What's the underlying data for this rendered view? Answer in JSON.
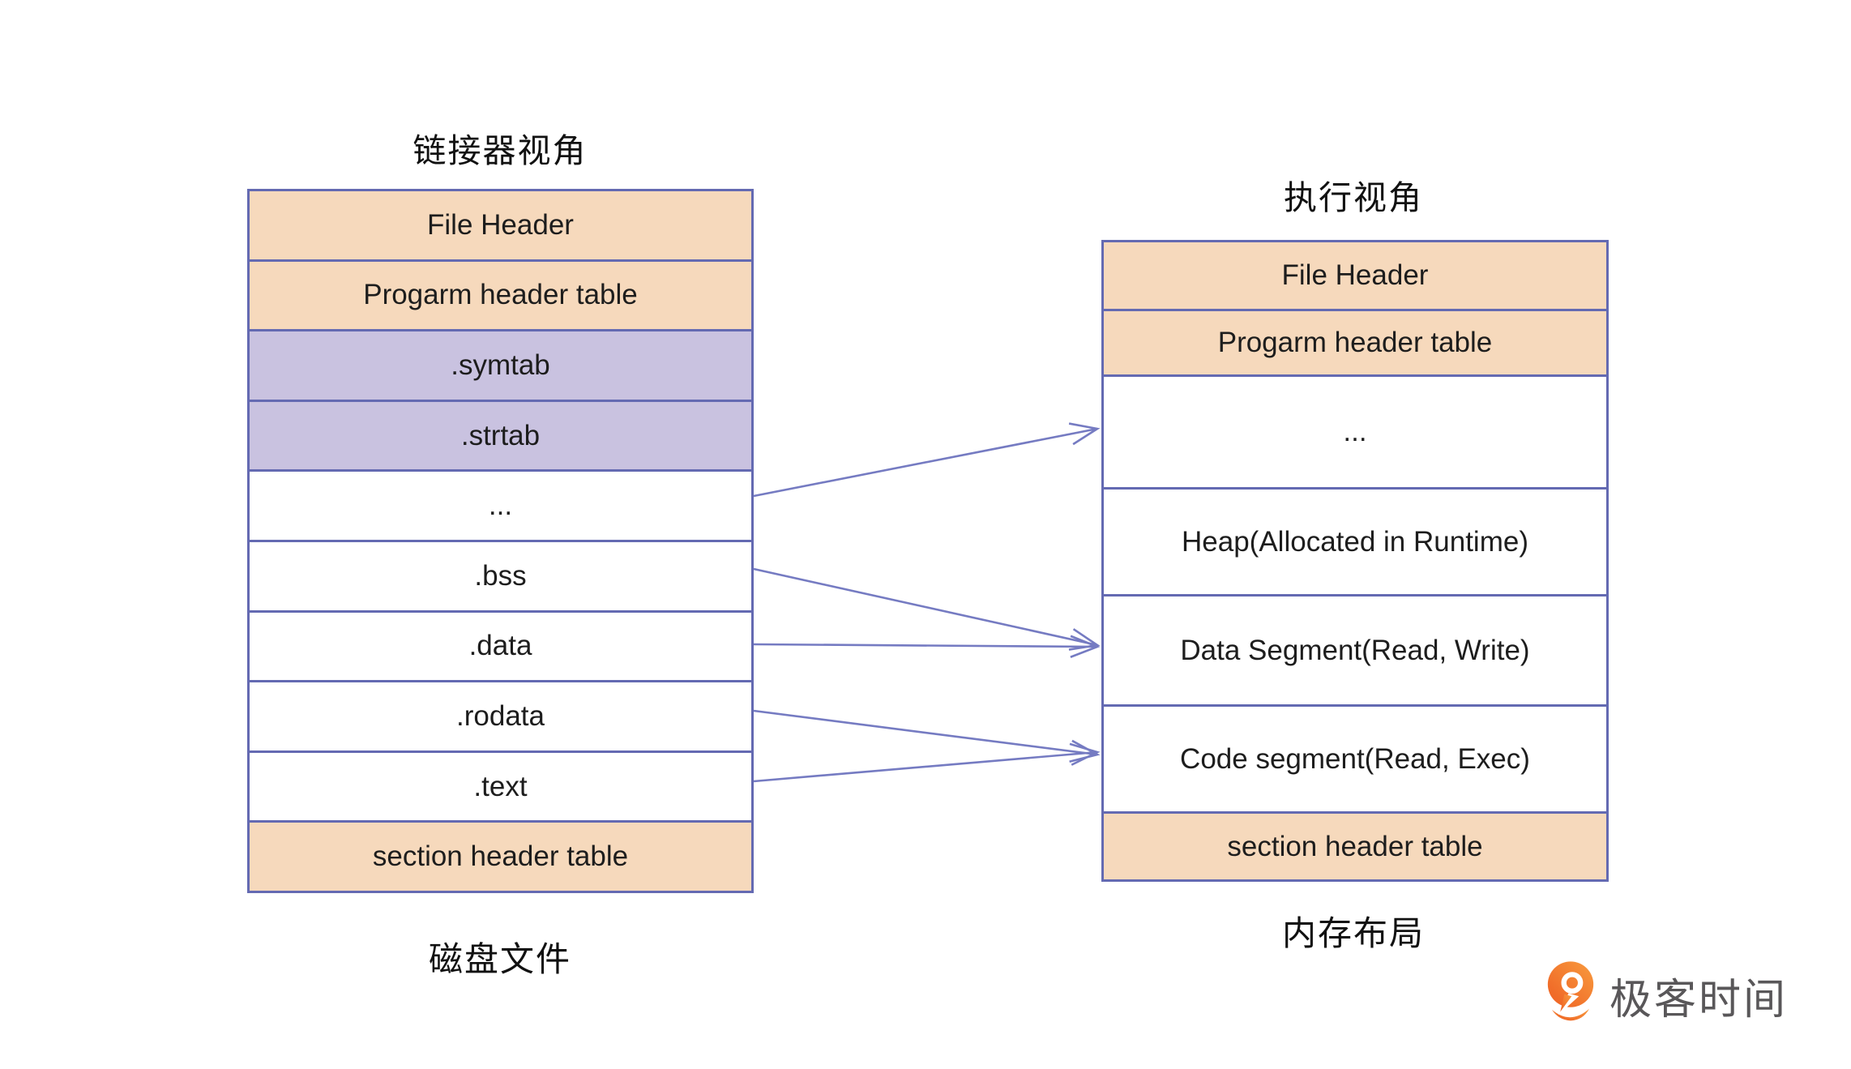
{
  "left": {
    "title": "链接器视角",
    "caption": "磁盘文件",
    "rows": [
      {
        "label": "File Header",
        "style": "peach"
      },
      {
        "label": "Progarm header table",
        "style": "peach"
      },
      {
        "label": ".symtab",
        "style": "purple"
      },
      {
        "label": ".strtab",
        "style": "purple"
      },
      {
        "label": "...",
        "style": "white"
      },
      {
        "label": ".bss",
        "style": "white"
      },
      {
        "label": ".data",
        "style": "white"
      },
      {
        "label": ".rodata",
        "style": "white"
      },
      {
        "label": ".text",
        "style": "white"
      },
      {
        "label": "section header table",
        "style": "peach"
      }
    ]
  },
  "right": {
    "title": "执行视角",
    "caption": "内存布局",
    "rows": [
      {
        "label": "File Header",
        "style": "peach"
      },
      {
        "label": "Progarm header table",
        "style": "peach"
      },
      {
        "label": "...",
        "style": "white"
      },
      {
        "label": "Heap(Allocated in Runtime)",
        "style": "white"
      },
      {
        "label": "Data Segment(Read, Write)",
        "style": "white"
      },
      {
        "label": "Code segment(Read, Exec)",
        "style": "white"
      },
      {
        "label": "section header table",
        "style": "peach"
      }
    ]
  },
  "arrows": [
    {
      "from": "...",
      "to": "..."
    },
    {
      "from": ".bss",
      "to": "Data Segment(Read, Write)"
    },
    {
      "from": ".data",
      "to": "Data Segment(Read, Write)"
    },
    {
      "from": ".rodata",
      "to": "Code segment(Read, Exec)"
    },
    {
      "from": ".text",
      "to": "Code segment(Read, Exec)"
    }
  ],
  "colors": {
    "peach_fill": "#f6d9bc",
    "purple_fill": "#c9c2e0",
    "border": "#646ab2",
    "arrow": "#757bc2",
    "text": "#1d1d1d",
    "logo_orange_dark": "#ee5f23",
    "logo_orange_light": "#f89b3e",
    "logo_text_color": "#595759"
  },
  "logo": {
    "text": "极客时间"
  }
}
